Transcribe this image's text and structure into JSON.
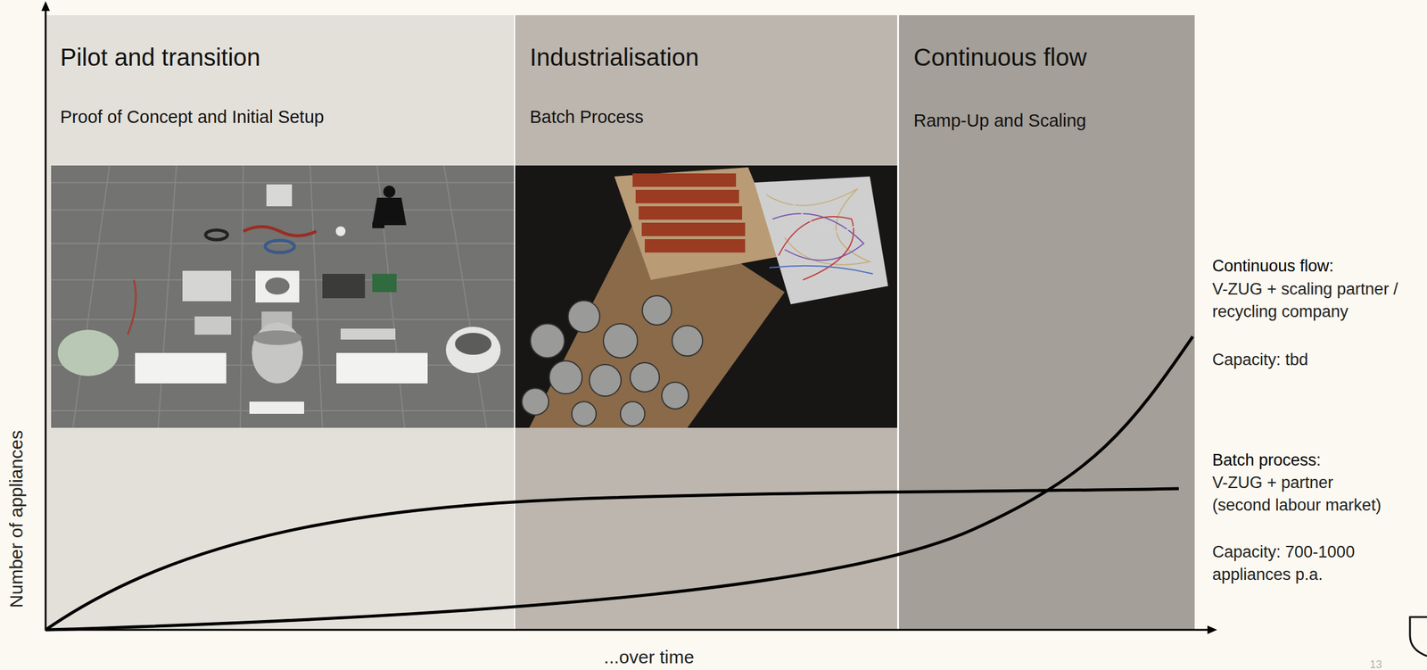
{
  "diagram": {
    "nodes": [
      {
        "text": [
          "Pilot and transition",
          "Proof of Concept and Initial Setup"
        ]
      },
      {
        "text": [
          "Industrialisation",
          "Batch Process"
        ]
      },
      {
        "text": [
          "Continuous flow",
          "Ramp-Up and Scaling"
        ]
      }
    ],
    "labels": [
      "Continuous flow:",
      "V-ZUG + scaling partner / recycling company",
      "Capacity: tbd",
      "Batch process:",
      "V-ZUG + partner (second labour market)",
      "Capacity: 700-1000 appliances p.a.",
      "Number of appliances",
      "...over time",
      "13"
    ]
  }
}
